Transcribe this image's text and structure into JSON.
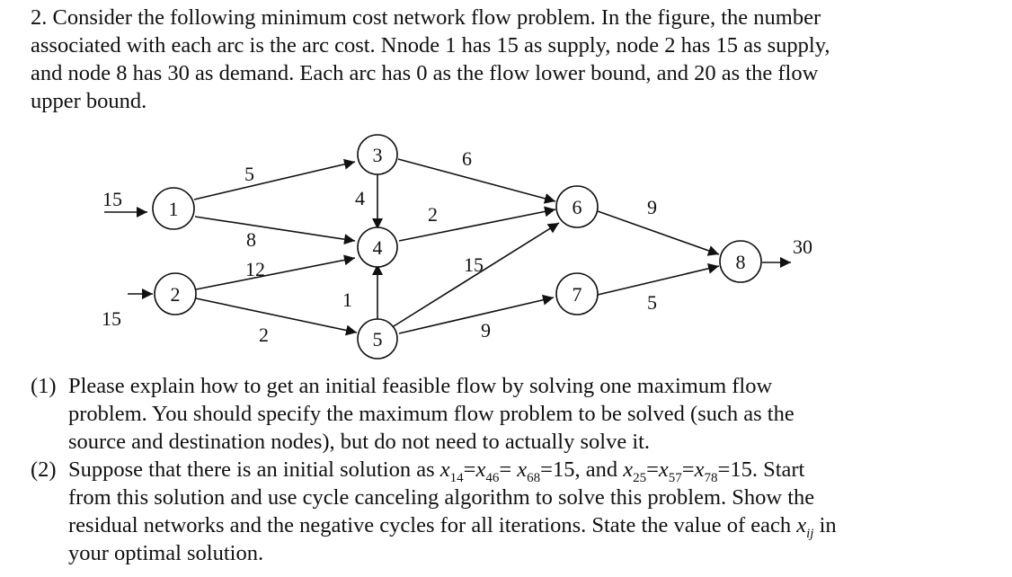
{
  "problem": {
    "lines": [
      "2. Consider the following minimum cost network flow problem.  In the figure, the number",
      "associated with each arc is the arc cost. Nnode 1 has 15 as supply, node 2 has 15 as supply,",
      "and node 8 has 30 as demand.  Each arc has 0 as the flow lower bound, and 20 as the flow",
      "upper bound."
    ]
  },
  "network": {
    "nodes": [
      {
        "id": "1"
      },
      {
        "id": "2"
      },
      {
        "id": "3"
      },
      {
        "id": "4"
      },
      {
        "id": "5"
      },
      {
        "id": "6"
      },
      {
        "id": "7"
      },
      {
        "id": "8"
      }
    ],
    "arcs": [
      {
        "from": "1",
        "to": "3",
        "cost": "5"
      },
      {
        "from": "1",
        "to": "4",
        "cost": "8"
      },
      {
        "from": "2",
        "to": "4",
        "cost": "12"
      },
      {
        "from": "2",
        "to": "5",
        "cost": "2"
      },
      {
        "from": "3",
        "to": "4",
        "cost": "4"
      },
      {
        "from": "5",
        "to": "4",
        "cost": "1"
      },
      {
        "from": "3",
        "to": "6",
        "cost": "6"
      },
      {
        "from": "4",
        "to": "6",
        "cost": "2"
      },
      {
        "from": "5",
        "to": "6",
        "cost": "15"
      },
      {
        "from": "5",
        "to": "7",
        "cost": "9"
      },
      {
        "from": "6",
        "to": "8",
        "cost": "9"
      },
      {
        "from": "7",
        "to": "8",
        "cost": "5"
      }
    ],
    "supplies": [
      {
        "node": "1",
        "label": "15"
      },
      {
        "node": "2",
        "label": "15"
      }
    ],
    "demand": {
      "node": "8",
      "label": "30"
    }
  },
  "questions": {
    "q1": {
      "num": "(1)",
      "lines": [
        "Please explain how to get an initial feasible flow by solving one maximum flow",
        "problem. You should specify the maximum flow problem to be solved (such as the",
        "source and destination nodes), but do not need to actually solve it."
      ]
    },
    "q2": {
      "num": "(2)",
      "line1_prefix": "Suppose that there is an initial solution as ",
      "var_x": "x",
      "sub_14": "14",
      "sub_46": "46",
      "sub_68": "68",
      "sub_25": "25",
      "sub_57": "57",
      "sub_78": "78",
      "sub_ij": "ij",
      "eq": "=",
      "eq_sp": "= ",
      "eq15_and": "=15, and ",
      "eq15_end": "=15.  Start",
      "line2": "from this solution and use cycle canceling algorithm to solve this problem.  Show the",
      "line3_prefix": "residual networks and the negative cycles for all iterations.  State the value of each ",
      "line3_suffix": " in",
      "line4": "your optimal solution."
    }
  }
}
